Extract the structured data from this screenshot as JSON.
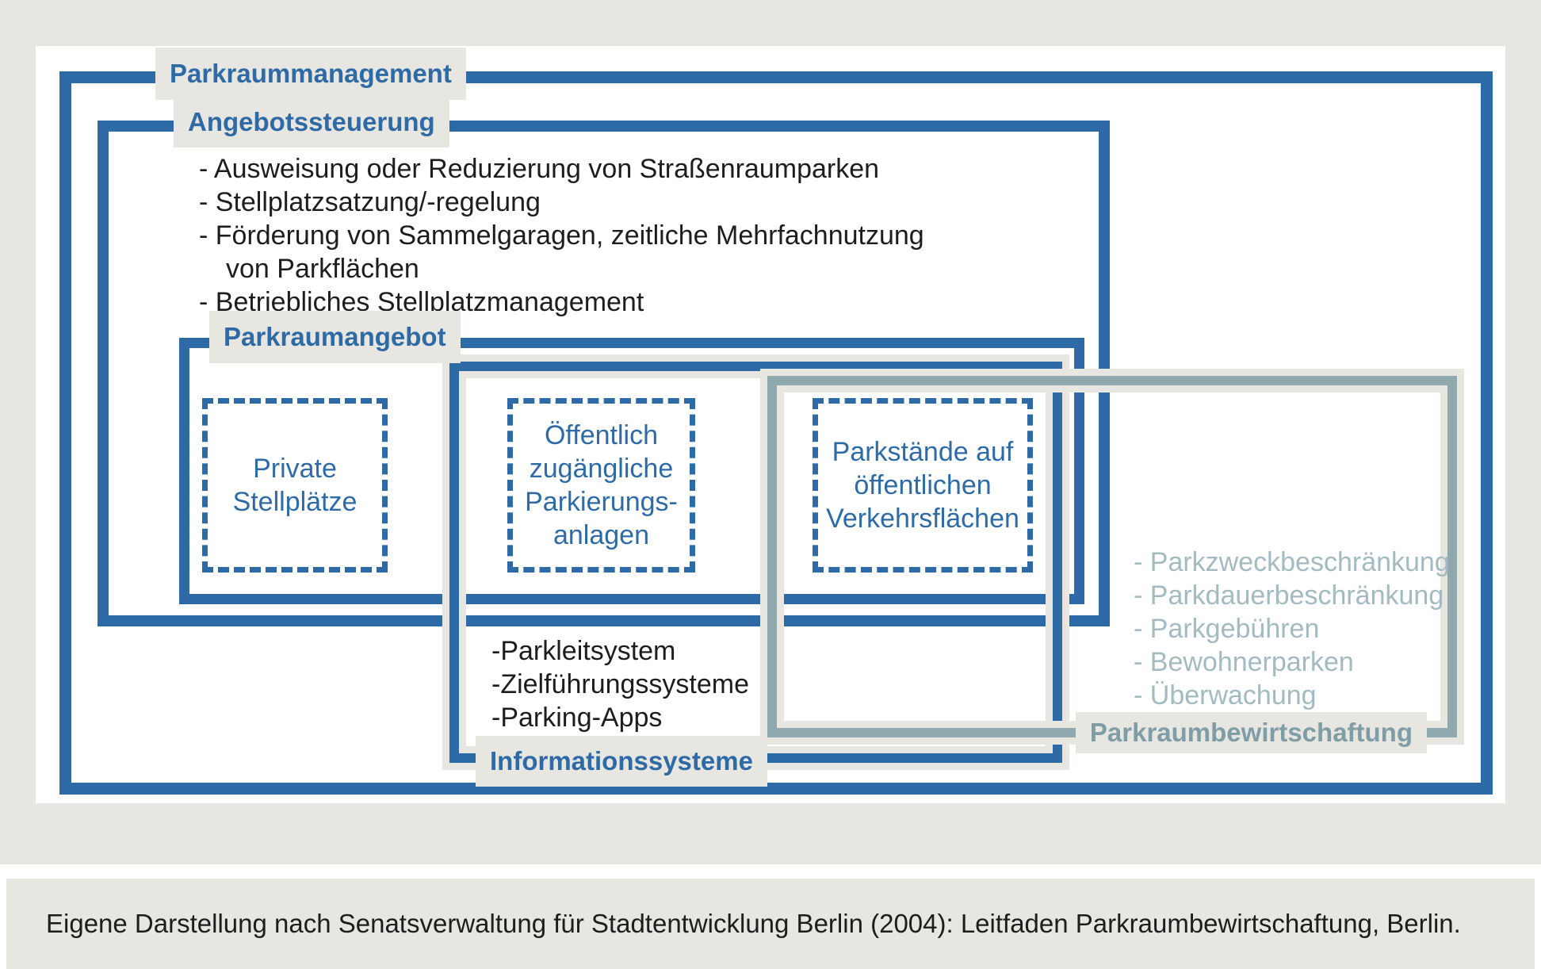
{
  "colors": {
    "blue": "#2e6ba6",
    "steel": "#8fa8ad",
    "steel_text": "#a3bac1",
    "steel_label": "#7f9da6",
    "gray": "#e8e6e1",
    "text": "#1d1d1b",
    "white": "#ffffff"
  },
  "labels": {
    "parkraummanagement": "Parkraummanagement",
    "angebotssteuerung": "Angebotssteuerung",
    "parkraumangebot": "Parkraumangebot",
    "informationssysteme": "Informationssysteme",
    "parkraumbewirtschaftung": "Parkraumbewirtschaftung"
  },
  "angebotssteuerung_items": [
    "- Ausweisung oder Reduzierung von Straßenraumparken",
    "- Stellplatzsatzung/-regelung",
    "- Förderung von Sammelgaragen, zeitliche Mehrfachnutzung",
    "von Parkflächen",
    "- Betriebliches Stellplatzmanagement"
  ],
  "parkraumangebot_boxes": {
    "private": "Private\nStellplätze",
    "oeffentlich": "Öffentlich\nzugängliche\nParkierungs-\nanlagen",
    "parkstaende": "Parkstände auf\nöffentlichen\nVerkehrsflächen"
  },
  "informationssysteme_items": [
    "-Parkleitsystem",
    "-Zielführungssysteme",
    "-Parking-Apps"
  ],
  "parkraumbewirtschaftung_items": [
    "- Parkzweckbeschränkung",
    "- Parkdauerbeschränkung",
    "- Parkgebühren",
    "- Bewohnerparken",
    "- Überwachung"
  ],
  "caption": "Eigene Darstellung nach Senatsverwaltung für Stadtentwicklung Berlin (2004): Leitfaden Parkraumbewirtschaftung, Berlin."
}
